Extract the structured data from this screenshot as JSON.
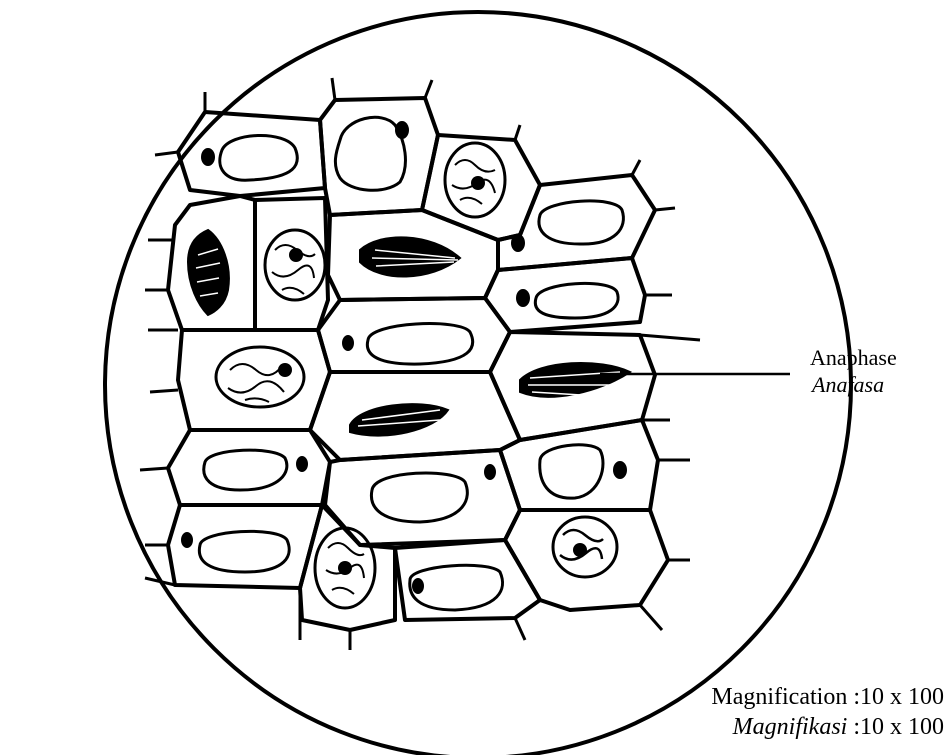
{
  "labels": {
    "stage_en": "Anaphase",
    "stage_ms": "Anafasa"
  },
  "magnification": {
    "en_name": "Magnification",
    "en_value": ":10 x 100",
    "ms_name": "Magnifikasi",
    "ms_value": ":10 x 100"
  }
}
